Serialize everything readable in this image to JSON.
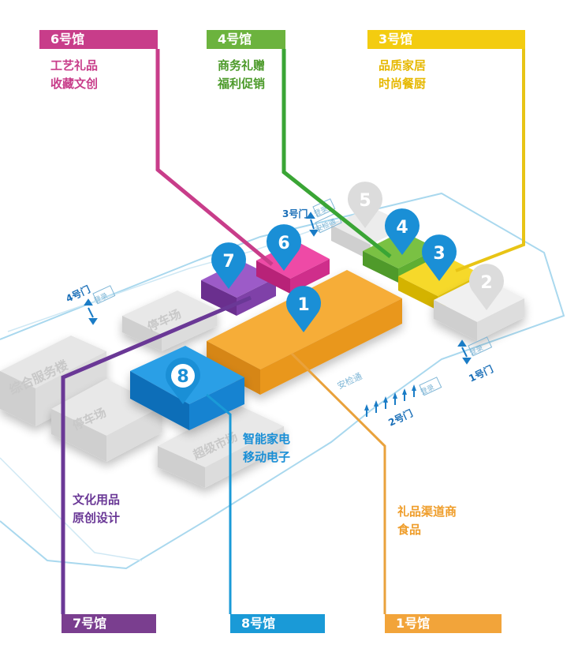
{
  "colors": {
    "hall1": "#f2a12c",
    "hall2": "#d8d8d8",
    "hall3": "#f0cf1a",
    "hall4": "#7ac143",
    "hall5": "#d8d8d8",
    "hall6": "#e2389a",
    "hall7": "#8a4bb3",
    "hall8": "#1a8fd6",
    "tag1": "#f2a43a",
    "tag3": "#f3cc10",
    "tag4": "#6cb33e",
    "tag6": "#c83d8a",
    "tag7": "#7a3e8f",
    "tag8": "#1a9ad7",
    "outline": "#a9d8ee"
  },
  "halls": [
    {
      "id": "6",
      "tag": "6号馆",
      "categories": "工艺礼品\n收藏文创"
    },
    {
      "id": "4",
      "tag": "4号馆",
      "categories": "商务礼赠\n福利促销"
    },
    {
      "id": "3",
      "tag": "3号馆",
      "categories": "品质家居\n时尚餐厨"
    },
    {
      "id": "7",
      "tag": "7号馆",
      "categories": "文化用品\n原创设计"
    },
    {
      "id": "8",
      "tag": "8号馆",
      "categories": "智能家电\n移动电子"
    },
    {
      "id": "1",
      "tag": "1号馆",
      "categories": "礼品渠道商\n食品"
    }
  ],
  "pins": [
    "1",
    "2",
    "3",
    "4",
    "5",
    "6",
    "7",
    "8"
  ],
  "buildings": {
    "service": "综合服务楼",
    "parking_a": "停车场",
    "parking_b": "停车场",
    "supermarket": "超级市场"
  },
  "gates": {
    "gate1": "1号门",
    "gate2": "2号门",
    "gate3": "3号门",
    "gate4": "4号门"
  },
  "small_labels": {
    "security": "安检通",
    "gate2_sign": "登录",
    "gate1_sign": "登录",
    "gate3_sign": "登录",
    "gate3_sign_b": "安检通",
    "gate4_sign": "登录"
  }
}
